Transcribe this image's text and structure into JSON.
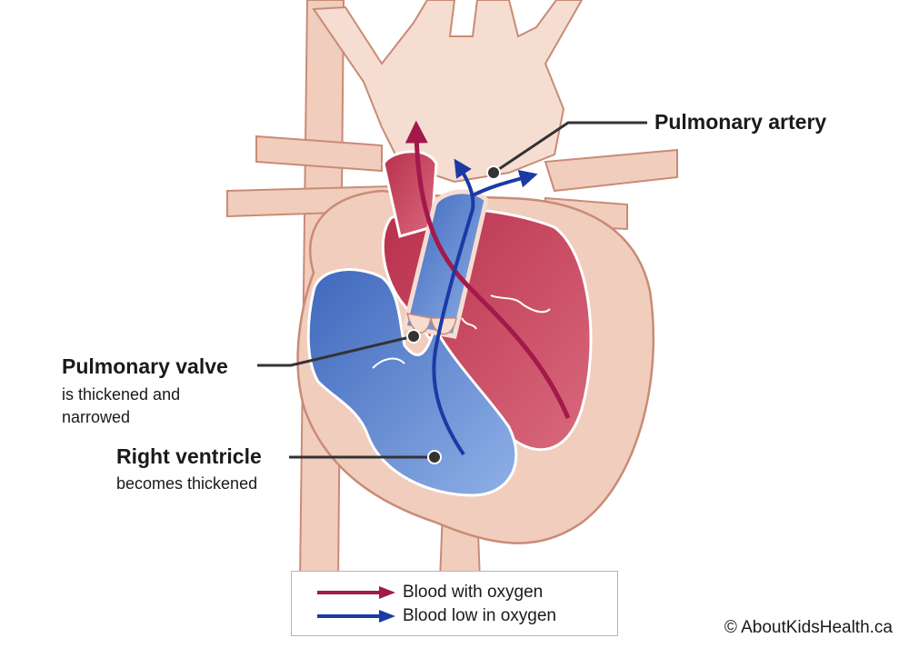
{
  "labels": {
    "pulmonary_artery": "Pulmonary artery",
    "pulmonary_valve": "Pulmonary valve",
    "pulmonary_valve_sub": [
      "is thickened and",
      "narrowed"
    ],
    "right_ventricle": "Right ventricle",
    "right_ventricle_sub": "becomes thickened"
  },
  "legend": [
    {
      "label": "Blood with oxygen",
      "color": "#a3194a"
    },
    {
      "label": "Blood low in oxygen",
      "color": "#1b3aa5"
    }
  ],
  "copyright": "© AboutKidsHealth.ca",
  "colors": {
    "tissue": "#f1cdbd",
    "tissue_light": "#f6ddd2",
    "tissue_outline": "#c98b76",
    "oxygenated": "#a3194a",
    "deoxygenated": "#1b3aa5",
    "red_chamber": "#c74a62",
    "blue_chamber": "#5b86cf"
  }
}
